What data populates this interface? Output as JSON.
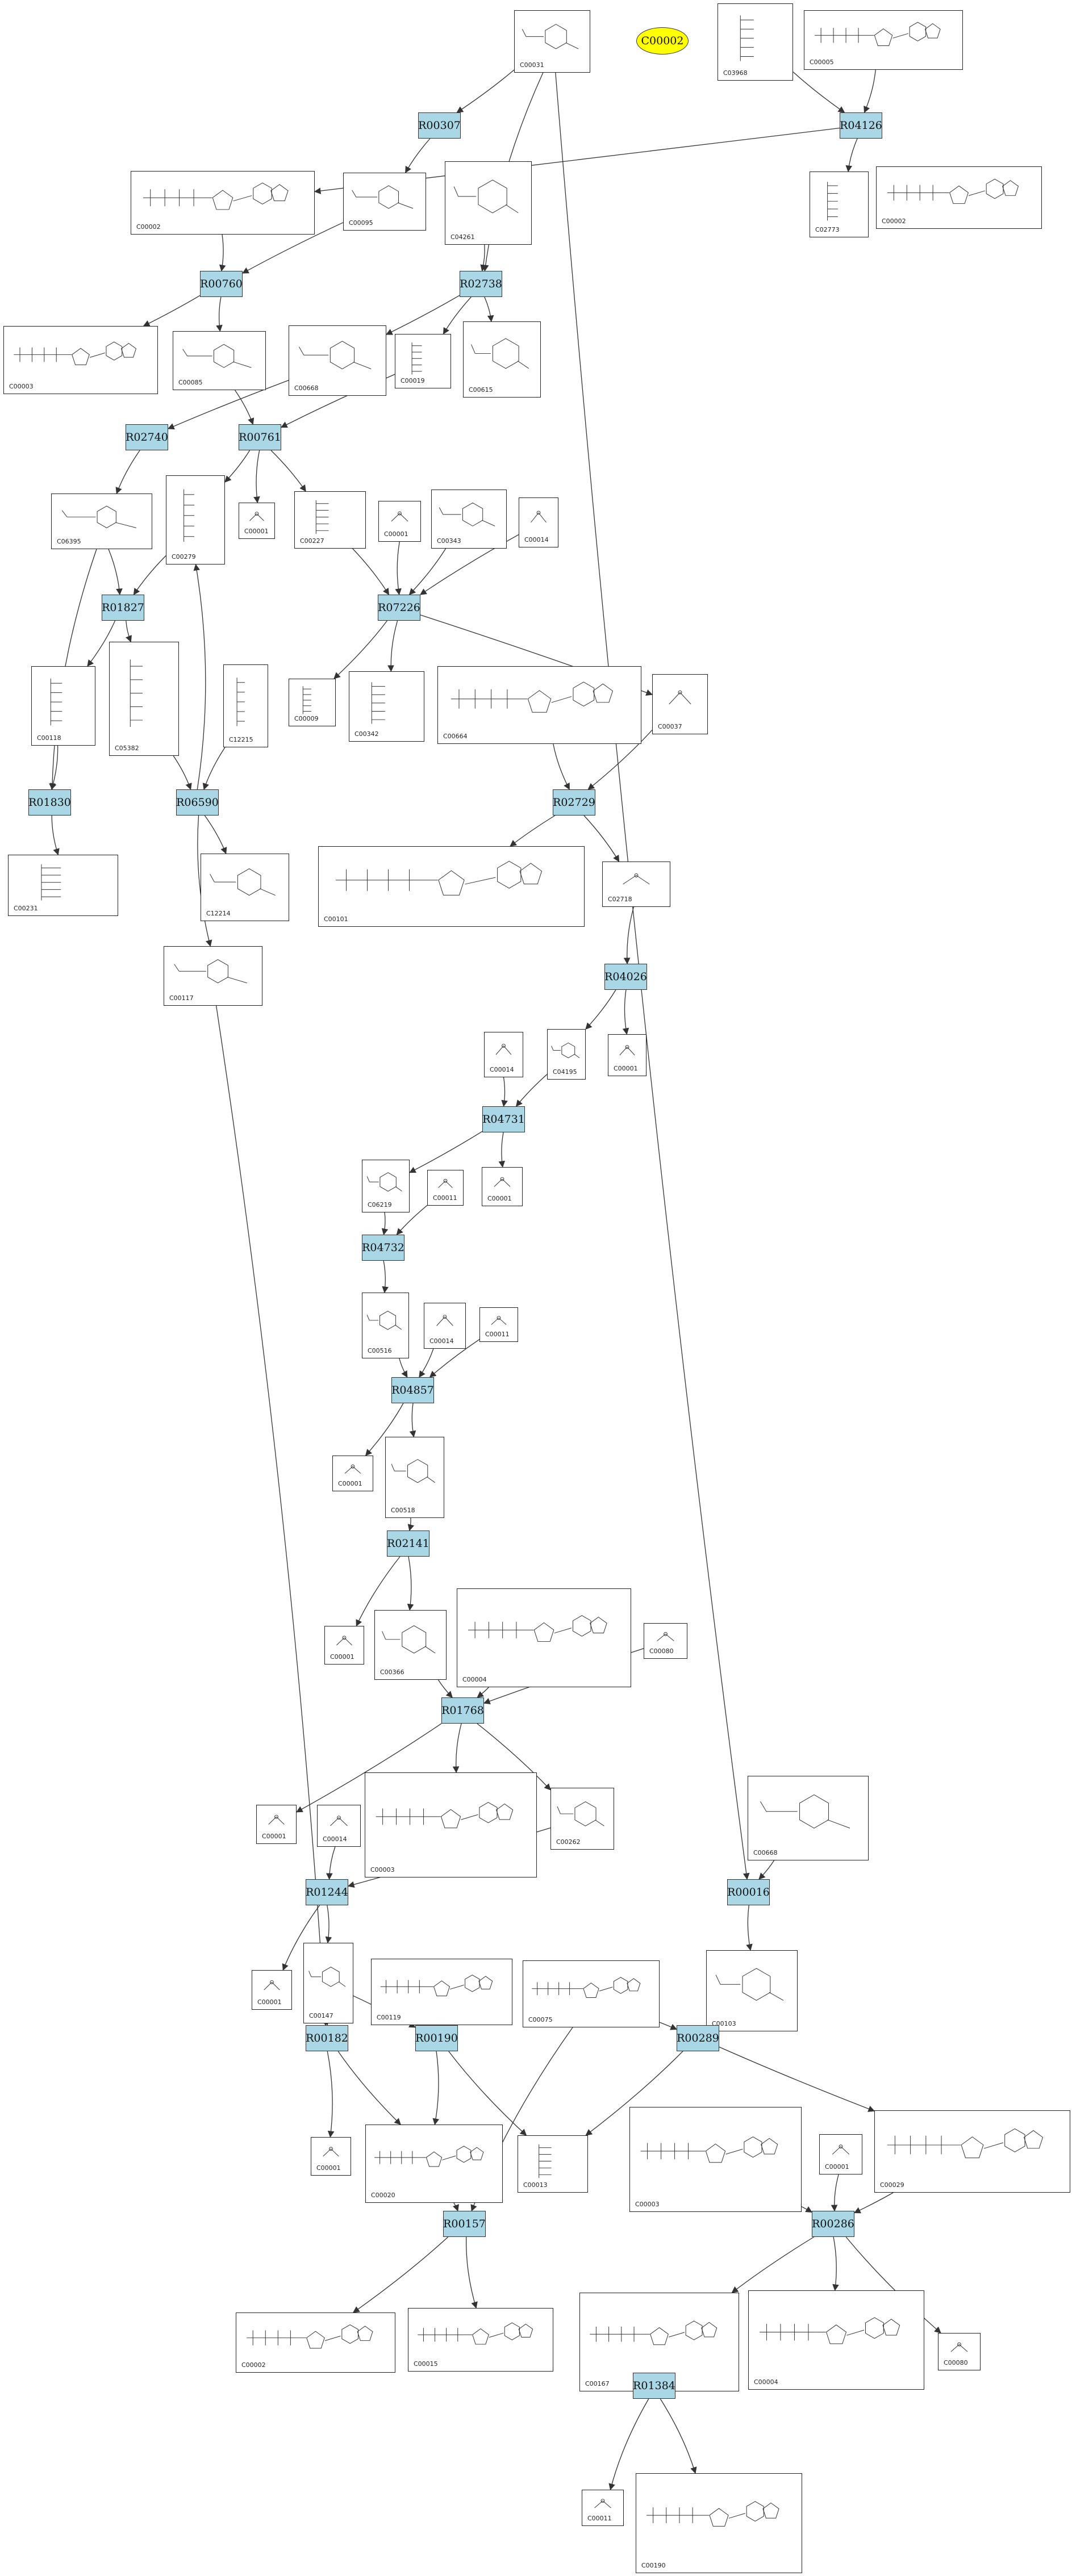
{
  "colors": {
    "reaction_fill": "#a9d7e6",
    "highlight_fill": "#ffff00",
    "line": "#333333"
  },
  "highlight": {
    "id": "C00002"
  },
  "reactions": [
    "R00307",
    "R04126",
    "R00760",
    "R02738",
    "R02740",
    "R00761",
    "R07226",
    "R01827",
    "R01830",
    "R06590",
    "R02729",
    "R04026",
    "R04731",
    "R04732",
    "R04857",
    "R02141",
    "R01768",
    "R01244",
    "R00016",
    "R00182",
    "R00190",
    "R00289",
    "R00157",
    "R00286",
    "R01384"
  ],
  "compounds": [
    {
      "id": "C00031",
      "struct": "ring"
    },
    {
      "id": "C03968",
      "struct": "chain"
    },
    {
      "id": "C00005",
      "struct": "nuc"
    },
    {
      "id": "C00002",
      "struct": "nuc"
    },
    {
      "id": "C00095",
      "struct": "ring"
    },
    {
      "id": "C04261",
      "struct": "ring"
    },
    {
      "id": "C02773",
      "struct": "chain"
    },
    {
      "id": "C00002",
      "struct": "nuc"
    },
    {
      "id": "C00003",
      "struct": "nuc"
    },
    {
      "id": "C00085",
      "struct": "ring"
    },
    {
      "id": "C00668",
      "struct": "ring"
    },
    {
      "id": "C00019",
      "struct": "chain"
    },
    {
      "id": "C00615",
      "struct": "ring"
    },
    {
      "id": "C06395",
      "struct": "ring"
    },
    {
      "id": "C00279",
      "struct": "chain"
    },
    {
      "id": "C00001",
      "struct": "small"
    },
    {
      "id": "C00227",
      "struct": "chain"
    },
    {
      "id": "C00001",
      "struct": "small"
    },
    {
      "id": "C00343",
      "struct": "ring"
    },
    {
      "id": "C00014",
      "struct": "small"
    },
    {
      "id": "C00118",
      "struct": "chain"
    },
    {
      "id": "C05382",
      "struct": "chain"
    },
    {
      "id": "C12215",
      "struct": "chain"
    },
    {
      "id": "C00009",
      "struct": "chain"
    },
    {
      "id": "C00342",
      "struct": "chain"
    },
    {
      "id": "C00664",
      "struct": "nuc"
    },
    {
      "id": "C00037",
      "struct": "small"
    },
    {
      "id": "C00231",
      "struct": "chain"
    },
    {
      "id": "C12214",
      "struct": "ring"
    },
    {
      "id": "C00101",
      "struct": "nuc"
    },
    {
      "id": "C02718",
      "struct": "small"
    },
    {
      "id": "C00117",
      "struct": "ring"
    },
    {
      "id": "C00014",
      "struct": "small"
    },
    {
      "id": "C04195",
      "struct": "ring"
    },
    {
      "id": "C00001",
      "struct": "small"
    },
    {
      "id": "C06219",
      "struct": "ring"
    },
    {
      "id": "C00011",
      "struct": "small"
    },
    {
      "id": "C00001",
      "struct": "small"
    },
    {
      "id": "C00516",
      "struct": "ring"
    },
    {
      "id": "C00014",
      "struct": "small"
    },
    {
      "id": "C00011",
      "struct": "small"
    },
    {
      "id": "C00001",
      "struct": "small"
    },
    {
      "id": "C00518",
      "struct": "ring"
    },
    {
      "id": "C00001",
      "struct": "small"
    },
    {
      "id": "C00366",
      "struct": "ring"
    },
    {
      "id": "C00004",
      "struct": "nuc"
    },
    {
      "id": "C00080",
      "struct": "small"
    },
    {
      "id": "C00001",
      "struct": "small"
    },
    {
      "id": "C00014",
      "struct": "small"
    },
    {
      "id": "C00003",
      "struct": "nuc"
    },
    {
      "id": "C00262",
      "struct": "ring"
    },
    {
      "id": "C00668",
      "struct": "ring"
    },
    {
      "id": "C00001",
      "struct": "small"
    },
    {
      "id": "C00147",
      "struct": "ring"
    },
    {
      "id": "C00119",
      "struct": "nuc"
    },
    {
      "id": "C00075",
      "struct": "nuc"
    },
    {
      "id": "C00103",
      "struct": "ring"
    },
    {
      "id": "C00001",
      "struct": "small"
    },
    {
      "id": "C00020",
      "struct": "nuc"
    },
    {
      "id": "C00013",
      "struct": "chain"
    },
    {
      "id": "C00003",
      "struct": "nuc"
    },
    {
      "id": "C00001",
      "struct": "small"
    },
    {
      "id": "C00029",
      "struct": "nuc"
    },
    {
      "id": "C00002",
      "struct": "nuc"
    },
    {
      "id": "C00015",
      "struct": "nuc"
    },
    {
      "id": "C00167",
      "struct": "nuc"
    },
    {
      "id": "C00004",
      "struct": "nuc"
    },
    {
      "id": "C00080",
      "struct": "small"
    },
    {
      "id": "C00011",
      "struct": "small"
    },
    {
      "id": "C00190",
      "struct": "nuc"
    }
  ]
}
